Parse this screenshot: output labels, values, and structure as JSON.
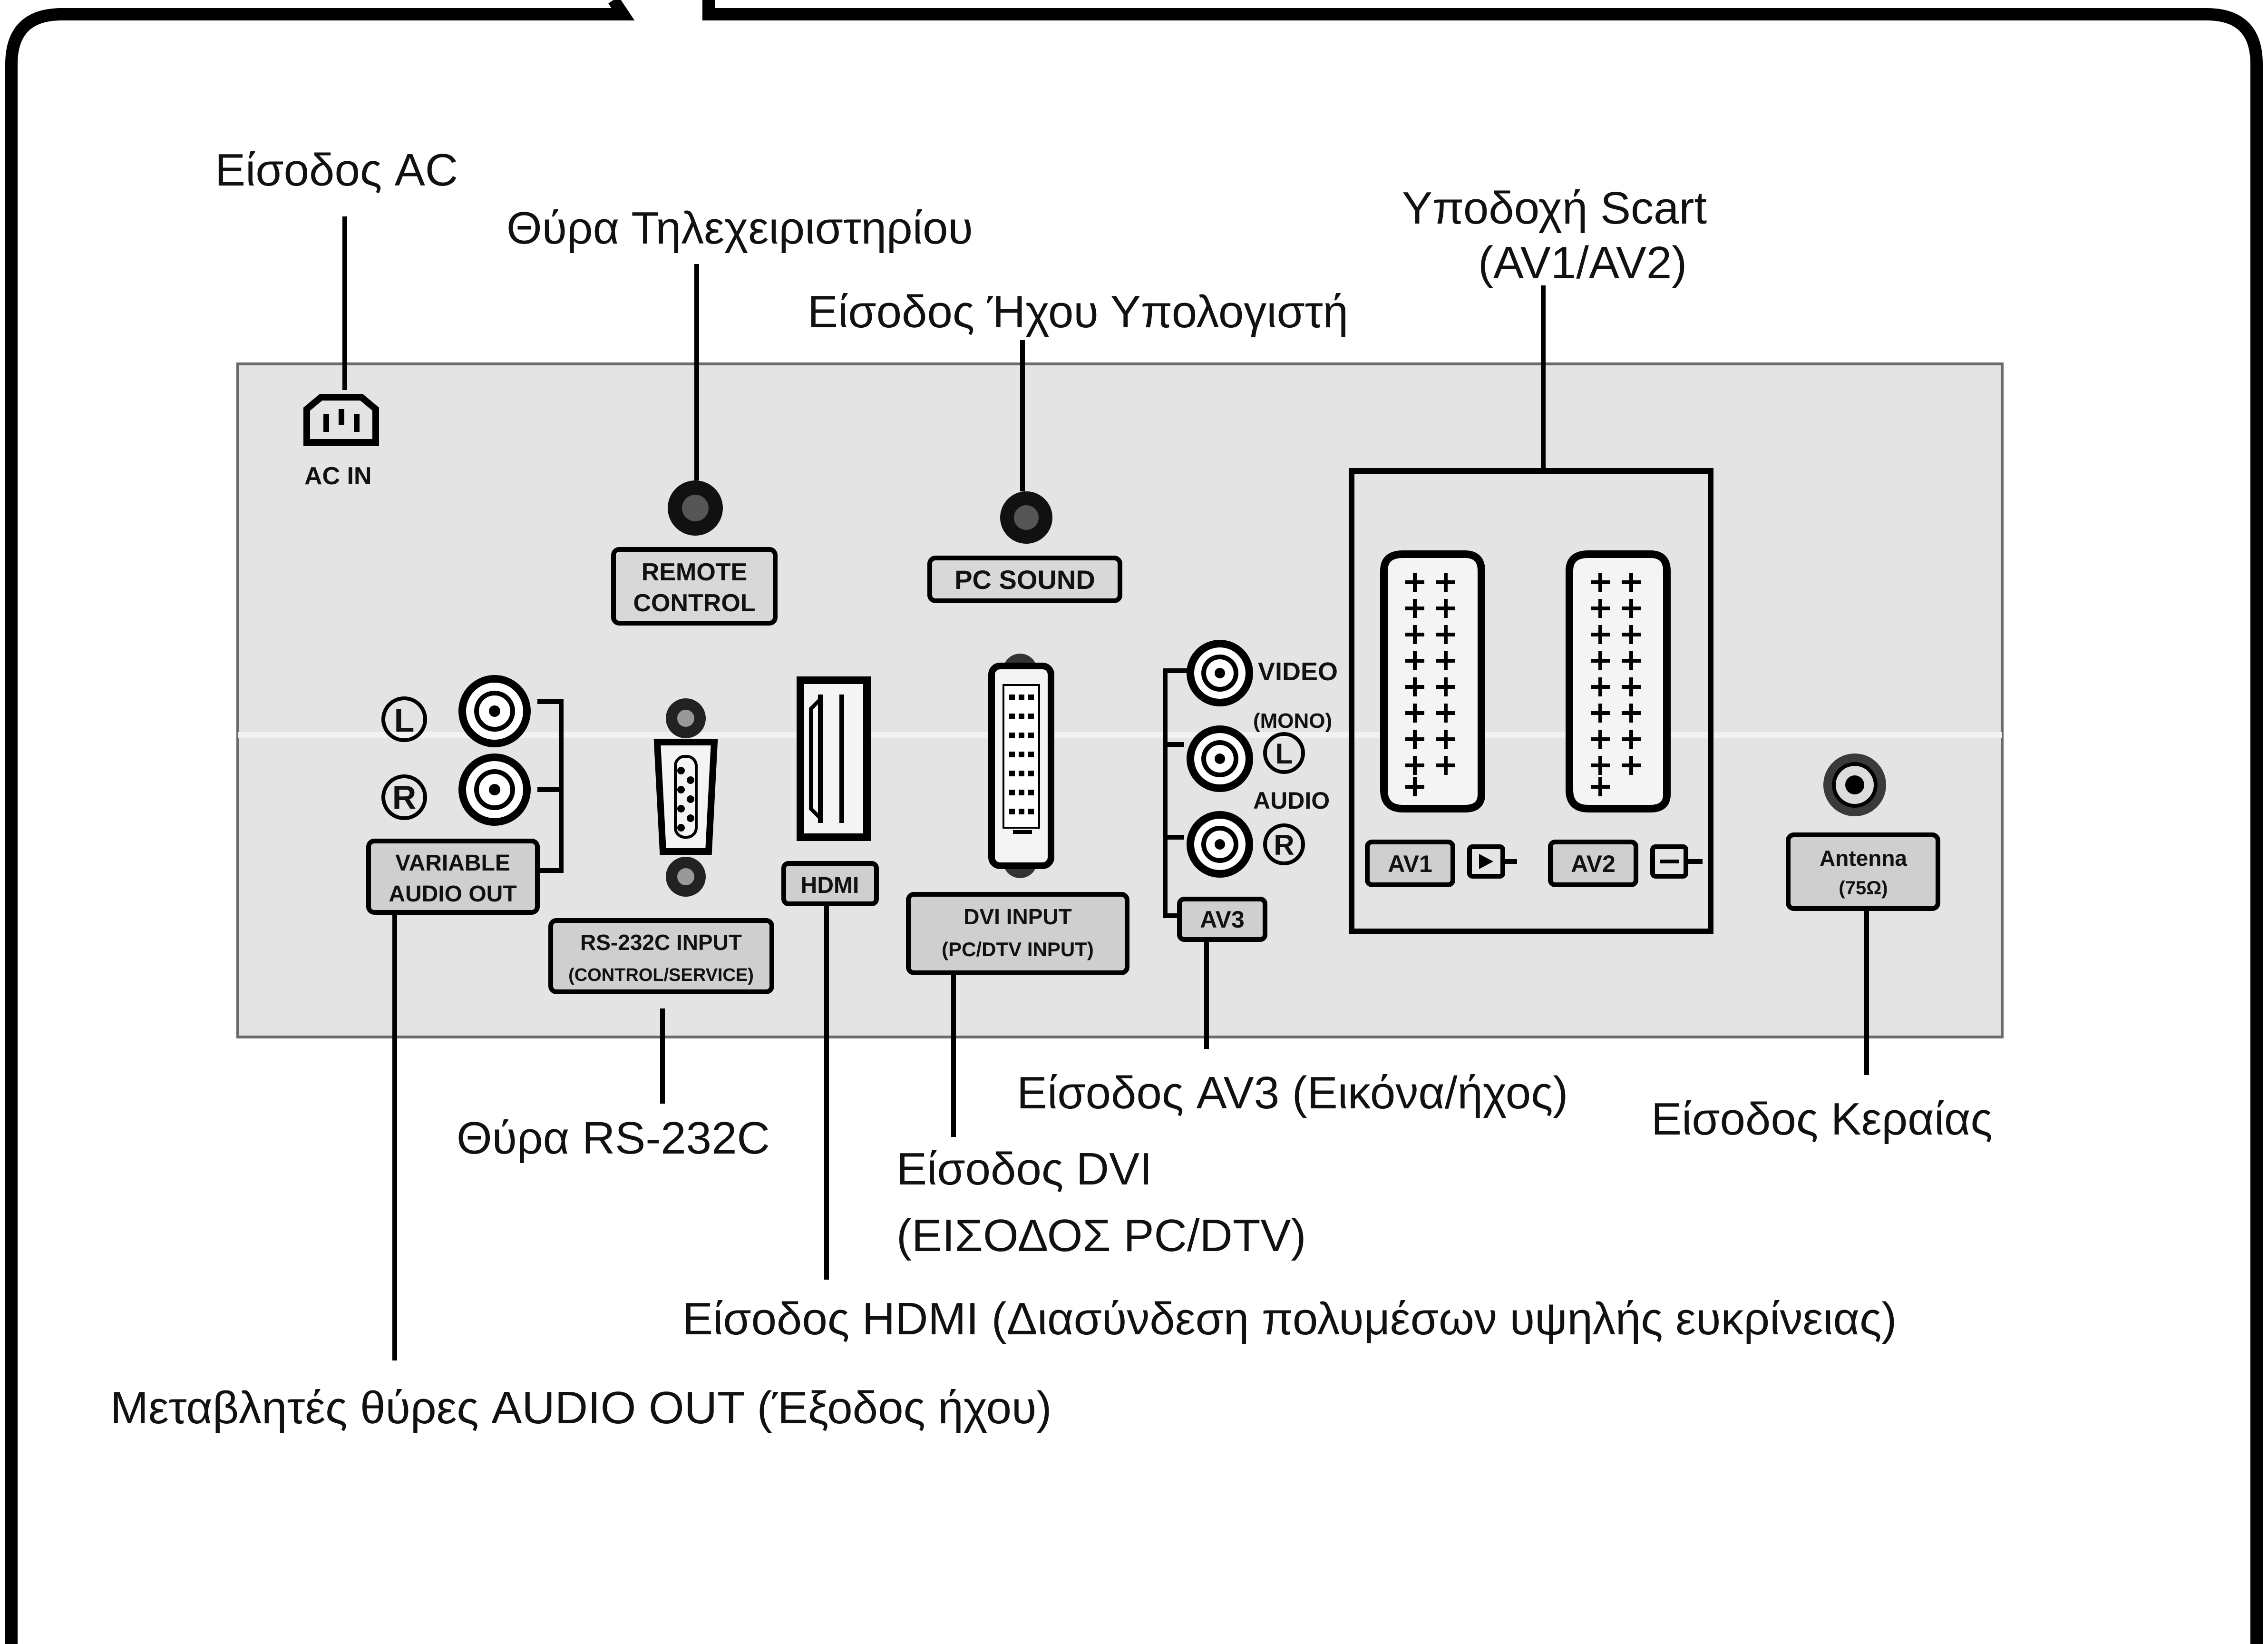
{
  "callouts": {
    "ac_in": "Είσοδος AC",
    "remote": "Θύρα Τηλεχειριστηρίου",
    "pc_audio": "Είσοδος Ήχου Υπολογιστή",
    "scart_line1": "Υποδοχή Scart",
    "scart_line2": "(AV1/AV2)",
    "rs232": "Θύρα RS-232C",
    "av3": "Είσοδος AV3 (Εικόνα/ήχος)",
    "antenna": "Είσοδος Κεραίας",
    "dvi_line1": "Είσοδος DVI",
    "dvi_line2": "(ΕΙΣΟΔΟΣ PC/DTV)",
    "hdmi": "Είσοδος HDMI (Διασύνδεση πολυμέσων υψηλής ευκρίνειας)",
    "audio_out": "Μεταβλητές θύρες AUDIO OUT (Έξοδος ήχου)"
  },
  "panel": {
    "ac_in": "AC IN",
    "remote_1": "REMOTE",
    "remote_2": "CONTROL",
    "pc_sound": "PC SOUND",
    "left_mark": "L",
    "right_mark": "R",
    "var_out_1": "VARIABLE",
    "var_out_2": "AUDIO OUT",
    "rs232_1": "RS-232C INPUT",
    "rs232_2": "(CONTROL/SERVICE)",
    "hdmi": "HDMI",
    "dvi_1": "DVI INPUT",
    "dvi_2": "(PC/DTV INPUT)",
    "video": "VIDEO",
    "mono": "(MONO)",
    "audio": "AUDIO",
    "av3": "AV3",
    "av1": "AV1",
    "av2": "AV2",
    "antenna_1": "Antenna",
    "antenna_2": "(75Ω)"
  }
}
